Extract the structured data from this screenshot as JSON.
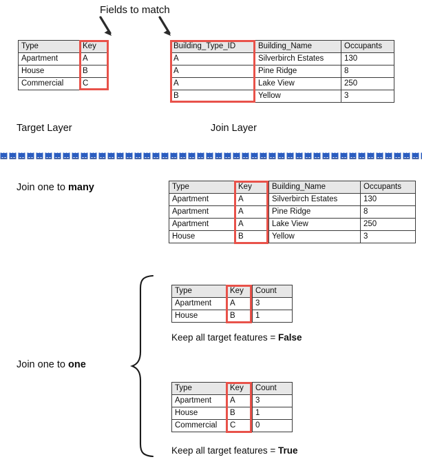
{
  "title_note": "Fields to match",
  "annotations": {
    "fields_to_match": "Fields to match",
    "target_layer": "Target Layer",
    "join_layer": "Join Layer",
    "join_one_to_many_prefix": "Join one to ",
    "join_one_to_many_emphasis": "many",
    "join_one_to_one_prefix": "Join one to ",
    "join_one_to_one_emphasis": "one",
    "keep_all_prefix": "Keep all target features = ",
    "keep_all_false": "False",
    "keep_all_true": "True"
  },
  "colors": {
    "highlight": "#e8524a",
    "header_fill": "#e7e7e7",
    "border": "#3a3a3a",
    "divider_blue": "#2b5dc0",
    "text": "#0d0d0d"
  },
  "tables": {
    "target_layer": {
      "name": "Target Layer",
      "headers": [
        "Type",
        "Key"
      ],
      "rows": [
        [
          "Apartment",
          "A"
        ],
        [
          "House",
          "B"
        ],
        [
          "Commercial",
          "C"
        ]
      ],
      "highlight_column": "Key"
    },
    "join_layer": {
      "name": "Join Layer",
      "headers": [
        "Building_Type_ID",
        "Building_Name",
        "Occupants"
      ],
      "rows": [
        [
          "A",
          "Silverbirch Estates",
          "130"
        ],
        [
          "A",
          "Pine Ridge",
          "8"
        ],
        [
          "A",
          "Lake View",
          "250"
        ],
        [
          "B",
          "Yellow",
          "3"
        ]
      ],
      "highlight_column": "Building_Type_ID"
    },
    "one_to_many_result": {
      "name": "Join one to many result",
      "headers": [
        "Type",
        "Key",
        "Building_Name",
        "Occupants"
      ],
      "rows": [
        [
          "Apartment",
          "A",
          "Silverbirch Estates",
          "130"
        ],
        [
          "Apartment",
          "A",
          "Pine Ridge",
          "8"
        ],
        [
          "Apartment",
          "A",
          "Lake View",
          "250"
        ],
        [
          "House",
          "B",
          "Yellow",
          "3"
        ]
      ],
      "highlight_column": "Key"
    },
    "one_to_one_false": {
      "name": "Join one to one, keep all target features false",
      "headers": [
        "Type",
        "Key",
        "Count"
      ],
      "rows": [
        [
          "Apartment",
          "A",
          "3"
        ],
        [
          "House",
          "B",
          "1"
        ]
      ],
      "highlight_column": "Key"
    },
    "one_to_one_true": {
      "name": "Join one to one, keep all target features true",
      "headers": [
        "Type",
        "Key",
        "Count"
      ],
      "rows": [
        [
          "Apartment",
          "A",
          "3"
        ],
        [
          "House",
          "B",
          "1"
        ],
        [
          "Commercial",
          "C",
          "0"
        ]
      ],
      "highlight_column": "Key"
    }
  },
  "icons": {
    "arrow_left": "arrow-down-right-icon",
    "arrow_right": "arrow-down-right-icon",
    "brace": "curly-brace-icon",
    "divider": "dashed-divider-icon"
  }
}
